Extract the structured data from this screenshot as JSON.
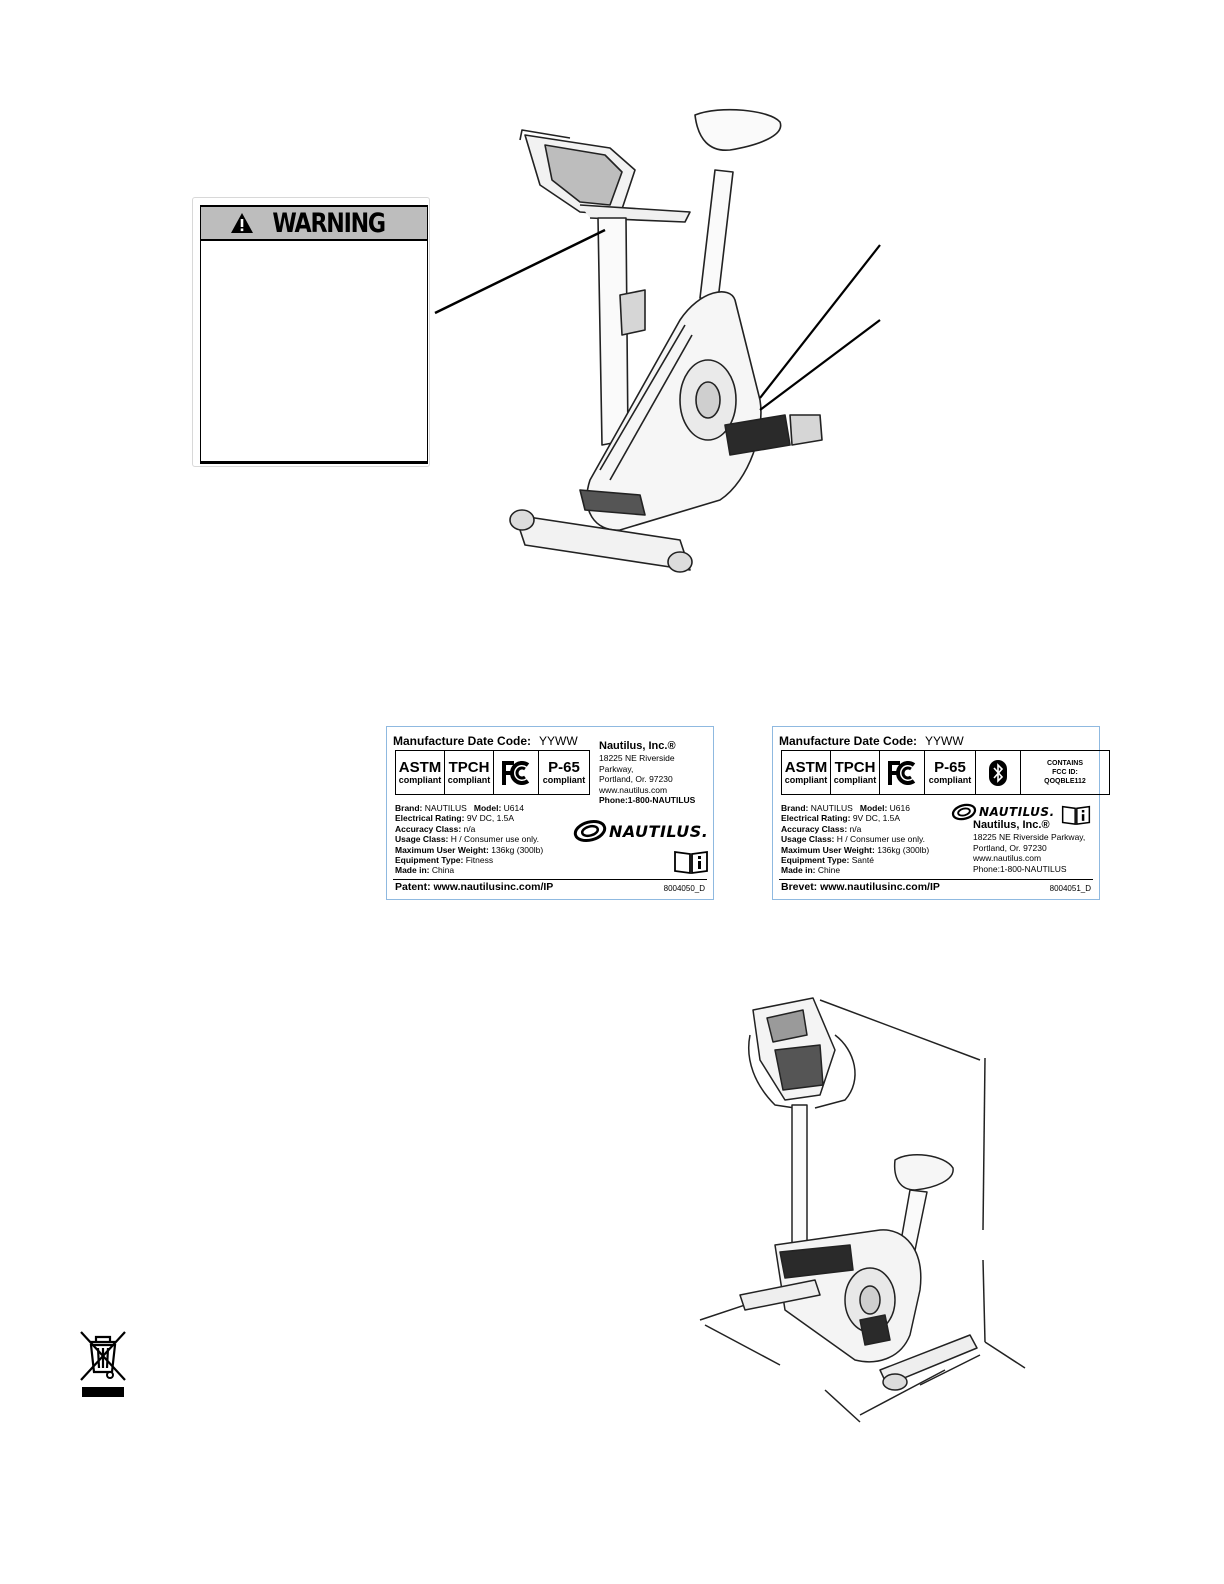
{
  "warning_decal": {
    "title": "WARNING"
  },
  "label_1": {
    "manufacture_date_label": "Manufacture Date Code:",
    "manufacture_date_code": "YYWW",
    "certs": [
      {
        "big": "ASTM",
        "small": "compliant"
      },
      {
        "big": "TPCH",
        "small": "compliant"
      },
      {
        "big": "",
        "small": ""
      },
      {
        "big": "P-65",
        "small": "compliant"
      }
    ],
    "company": "Nautilus, Inc.®",
    "address_line1": "18225 NE Riverside Parkway,",
    "address_line2": "Portland, Or. 97230",
    "website": "www.nautilus.com",
    "phone": "Phone:1-800-NAUTILUS",
    "brand_label": "Brand:",
    "brand_value": "NAUTILUS",
    "model_label": "Model:",
    "model_value": "U614",
    "electrical_label": "Electrical Rating:",
    "electrical_value": "9V DC, 1.5A",
    "accuracy_label": "Accuracy Class:",
    "accuracy_value": "n/a",
    "usage_label": "Usage Class:",
    "usage_value": "H / Consumer use only.",
    "weight_label": "Maximum User Weight:",
    "weight_value": "136kg (300lb)",
    "equipment_label": "Equipment Type:",
    "equipment_value": "Fitness",
    "made_label": "Made in:",
    "made_value": "China",
    "logo_text": "NAUTILUS.",
    "patent": "Patent: www.nautilusinc.com/IP",
    "part_number": "8004050_D"
  },
  "label_2": {
    "manufacture_date_label": "Manufacture Date Code:",
    "manufacture_date_code": "YYWW",
    "certs": [
      {
        "big": "ASTM",
        "small": "compliant"
      },
      {
        "big": "TPCH",
        "small": "compliant"
      },
      {
        "big": "",
        "small": ""
      },
      {
        "big": "P-65",
        "small": "compliant"
      }
    ],
    "bt_contains": "CONTAINS",
    "bt_fcc": "FCC ID:",
    "bt_id": "QOQBLE112",
    "company": "Nautilus, Inc.®",
    "address_line1": "18225 NE Riverside Parkway,",
    "address_line2": "Portland, Or. 97230",
    "website": "www.nautilus.com",
    "phone": "Phone:1-800-NAUTILUS",
    "brand_label": "Brand:",
    "brand_value": "NAUTILUS",
    "model_label": "Model:",
    "model_value": "U616",
    "electrical_label": "Electrical Rating:",
    "electrical_value": "9V DC, 1.5A",
    "accuracy_label": "Accuracy Class:",
    "accuracy_value": "n/a",
    "usage_label": "Usage Class:",
    "usage_value": "H / Consumer use only.",
    "weight_label": "Maximum User Weight:",
    "weight_value": "136kg (300lb)",
    "equipment_label": "Equipment Type:",
    "equipment_value": "Santé",
    "made_label": "Made in:",
    "made_value": "Chine",
    "logo_text": "NAUTILUS.",
    "patent": "Brevet: www.nautilusinc.com/IP",
    "part_number": "8004051_D"
  },
  "icons": {
    "warning": "warning-triangle-icon",
    "fcc": "fcc-logo-icon",
    "bluetooth": "bluetooth-icon",
    "manual": "read-manual-icon",
    "weee": "crossed-bin-icon"
  }
}
